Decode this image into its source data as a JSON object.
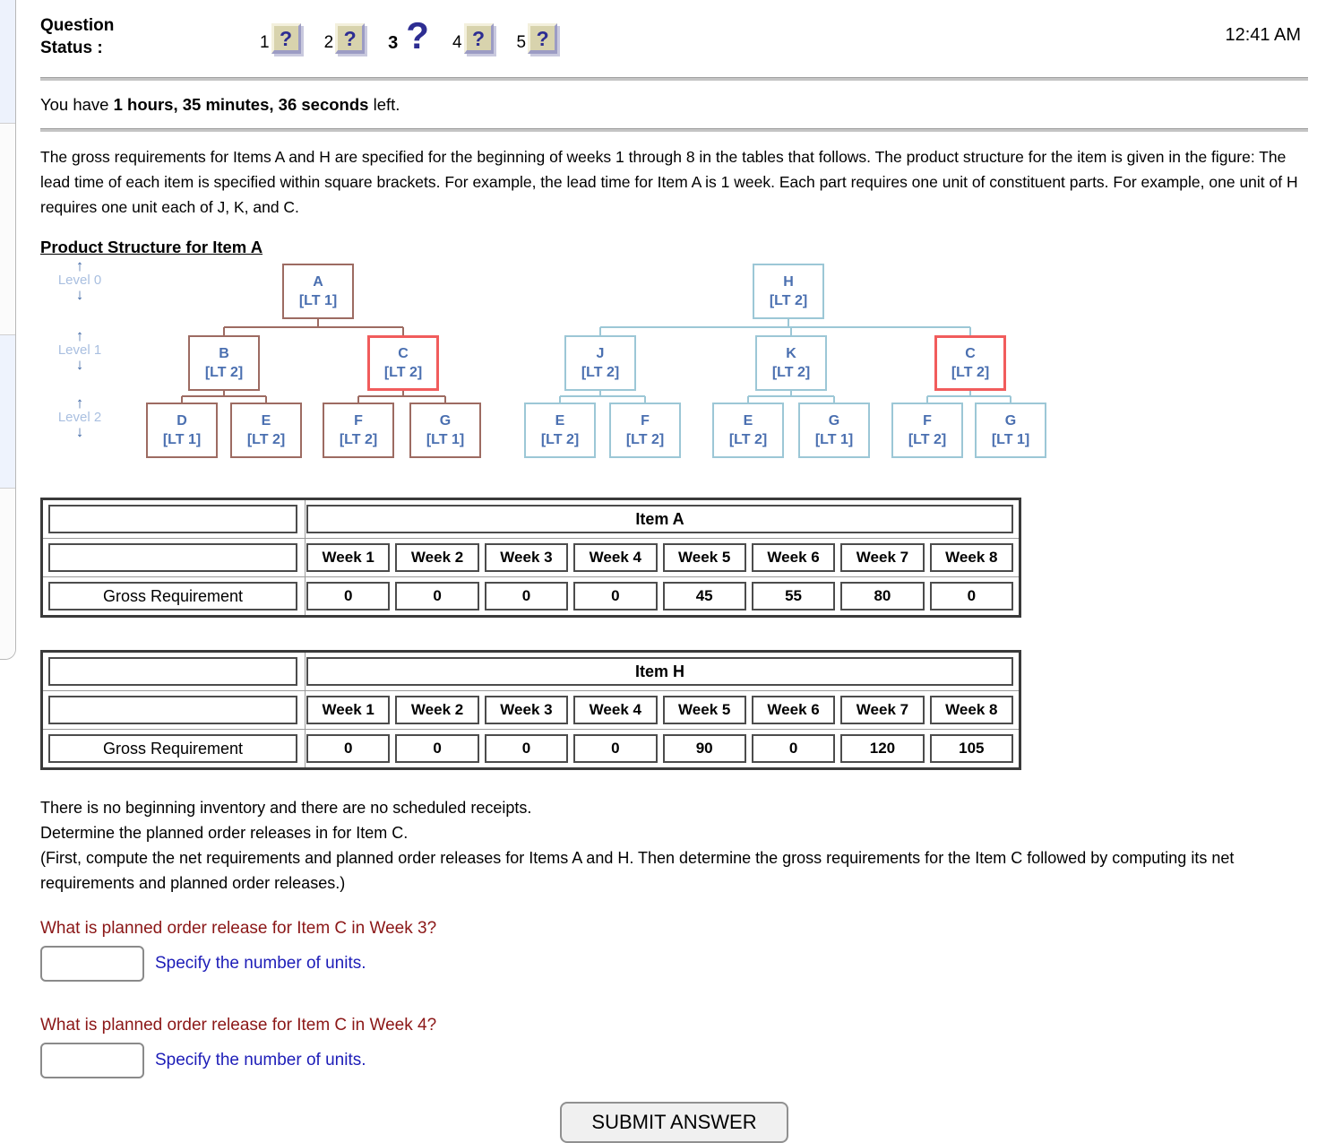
{
  "header": {
    "status_line1": "Question",
    "status_line2": "Status :",
    "time": "12:41 AM",
    "qmark": "?",
    "items": [
      {
        "number": "1",
        "current": false
      },
      {
        "number": "2",
        "current": false
      },
      {
        "number": "3",
        "current": true
      },
      {
        "number": "4",
        "current": false
      },
      {
        "number": "5",
        "current": false
      }
    ]
  },
  "timer": {
    "prefix": "You have ",
    "bold": "1 hours, 35 minutes, 36 seconds",
    "suffix": " left."
  },
  "intro": "The gross requirements for Items A and H are specified for the beginning of weeks 1 through 8 in the tables that follows. The product structure for the item is given in the figure: The lead time of each item is specified within square brackets. For example, the lead time for Item A is 1 week. Each part requires one unit of constituent parts. For example, one unit of H requires one unit each of J, K, and C.",
  "diagram": {
    "title": "Product Structure for Item A",
    "levels": [
      "Level 0",
      "Level 1",
      "Level 2"
    ],
    "up_arrow": "↑",
    "down_arrow": "↓",
    "nodes": [
      {
        "label": "A",
        "lt": "[LT 1]"
      },
      {
        "label": "B",
        "lt": "[LT 2]"
      },
      {
        "label": "C",
        "lt": "[LT 2]"
      },
      {
        "label": "D",
        "lt": "[LT 1]"
      },
      {
        "label": "E",
        "lt": "[LT 2]"
      },
      {
        "label": "F",
        "lt": "[LT 2]"
      },
      {
        "label": "G",
        "lt": "[LT 1]"
      },
      {
        "label": "H",
        "lt": "[LT 2]"
      },
      {
        "label": "J",
        "lt": "[LT 2]"
      },
      {
        "label": "K",
        "lt": "[LT 2]"
      },
      {
        "label": "C",
        "lt": "[LT 2]"
      },
      {
        "label": "E",
        "lt": "[LT 2]"
      },
      {
        "label": "F",
        "lt": "[LT 2]"
      },
      {
        "label": "E",
        "lt": "[LT 2]"
      },
      {
        "label": "G",
        "lt": "[LT 1]"
      },
      {
        "label": "F",
        "lt": "[LT 2]"
      },
      {
        "label": "G",
        "lt": "[LT 1]"
      }
    ],
    "colors": {
      "a_tree": "#9d6b62",
      "h_tree": "#9cc7d6",
      "highlight": "#f15c5c",
      "node_text": "#4a6fb0"
    }
  },
  "tables": [
    {
      "title": "Item A",
      "row_label": "Gross Requirement",
      "weeks": [
        "Week 1",
        "Week 2",
        "Week 3",
        "Week 4",
        "Week 5",
        "Week 6",
        "Week 7",
        "Week 8"
      ],
      "values": [
        "0",
        "0",
        "0",
        "0",
        "45",
        "55",
        "80",
        "0"
      ]
    },
    {
      "title": "Item H",
      "row_label": "Gross Requirement",
      "weeks": [
        "Week 1",
        "Week 2",
        "Week 3",
        "Week 4",
        "Week 5",
        "Week 6",
        "Week 7",
        "Week 8"
      ],
      "values": [
        "0",
        "0",
        "0",
        "0",
        "90",
        "0",
        "120",
        "105"
      ]
    }
  ],
  "notes": [
    "There is no beginning inventory and there are no scheduled receipts.",
    "Determine the planned order releases in for Item C.",
    "(First, compute the net requirements and planned order releases for Items A and H. Then determine the gross requirements for the Item C followed by computing its net requirements and planned order releases.)"
  ],
  "questions": [
    {
      "prompt": "What is planned order release for Item C in Week 3?",
      "hint": "Specify the number of units.",
      "value": ""
    },
    {
      "prompt": "What is planned order release for Item C in Week 4?",
      "hint": "Specify the number of units.",
      "value": ""
    }
  ],
  "submit_label": "SUBMIT ANSWER",
  "colors": {
    "question_text": "#8b1717",
    "hint_text": "#1d1db8",
    "button_face": "#d8d3ad",
    "button_qmark": "#2d2d92"
  }
}
